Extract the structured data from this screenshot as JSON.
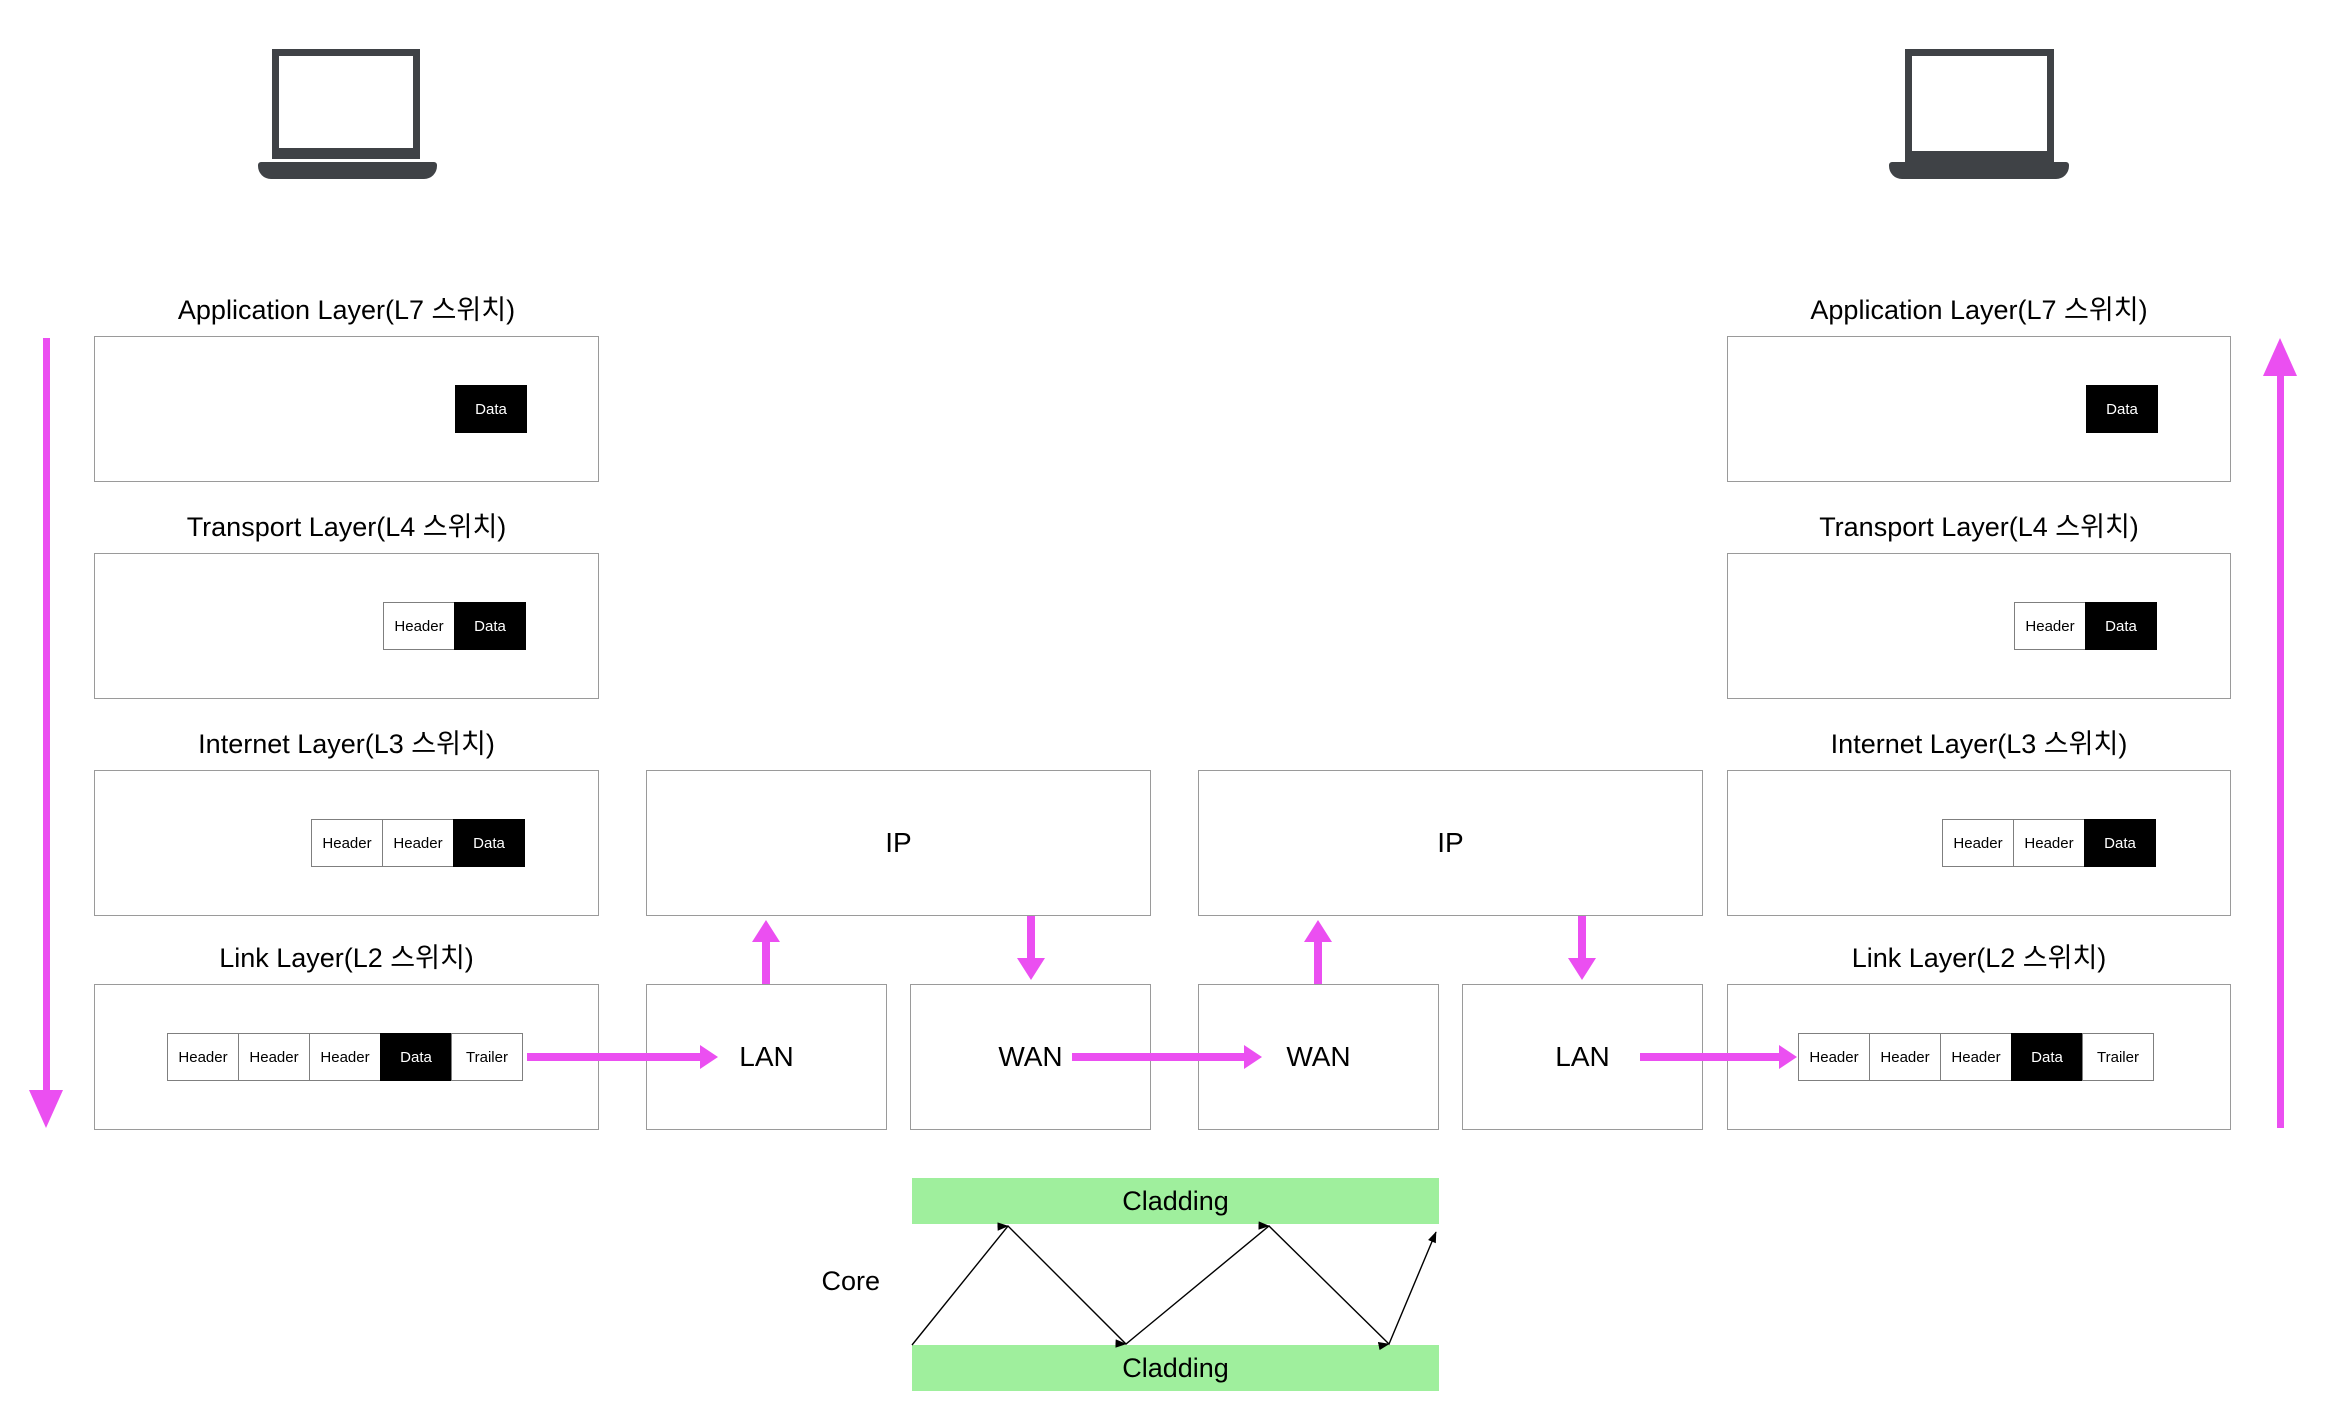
{
  "stacks": {
    "left": {
      "rows": [
        {
          "label": "Application Layer(L7 스위치)",
          "cells": [
            "Data"
          ]
        },
        {
          "label": "Transport Layer(L4 스위치)",
          "cells": [
            "Header",
            "Data"
          ]
        },
        {
          "label": "Internet Layer(L3 스위치)",
          "cells": [
            "Header",
            "Header",
            "Data"
          ]
        },
        {
          "label": "Link Layer(L2 스위치)",
          "cells": [
            "Header",
            "Header",
            "Header",
            "Data",
            "Trailer"
          ]
        }
      ]
    },
    "right": {
      "rows": [
        {
          "label": "Application Layer(L7 스위치)",
          "cells": [
            "Data"
          ]
        },
        {
          "label": "Transport Layer(L4 스위치)",
          "cells": [
            "Header",
            "Data"
          ]
        },
        {
          "label": "Internet Layer(L3 스위치)",
          "cells": [
            "Header",
            "Header",
            "Data"
          ]
        },
        {
          "label": "Link Layer(L2 스위치)",
          "cells": [
            "Header",
            "Header",
            "Header",
            "Data",
            "Trailer"
          ]
        }
      ]
    }
  },
  "network": {
    "ip_left": "IP",
    "ip_right": "IP",
    "lan_left": "LAN",
    "wan_left": "WAN",
    "wan_right": "WAN",
    "lan_right": "LAN"
  },
  "fiber": {
    "cladding_top": "Cladding",
    "cladding_bottom": "Cladding",
    "core_label": "Core"
  },
  "colors": {
    "arrow_magenta": "#EB4FF1",
    "cladding_green": "#9FEF9D",
    "laptop_gray": "#3F4246",
    "box_border": "#9A9A9A",
    "data_cell_black": "#000000"
  }
}
